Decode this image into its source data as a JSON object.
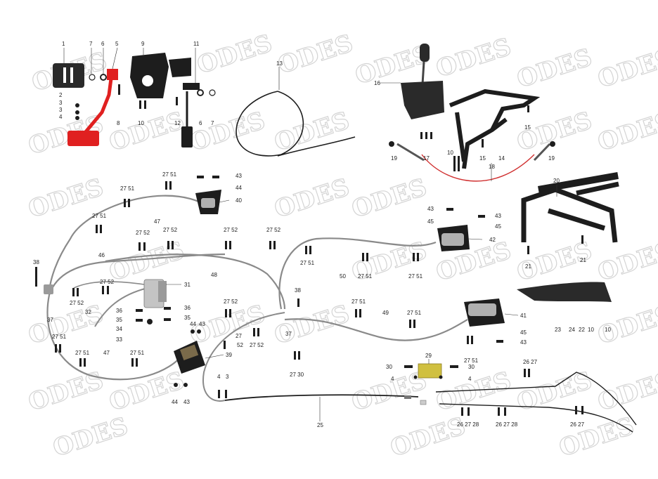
{
  "watermark": "ODES",
  "colors": {
    "brake_pedal": "#e02020",
    "brake_cable": "#d03030",
    "part_dark": "#1d1d1d",
    "hose": "#8a8a8a",
    "part_grey": "#9a9a9a"
  },
  "part_labels": {
    "p1": "1",
    "p2": "2",
    "p3a": "3",
    "p3b": "3",
    "p4": "4",
    "p5": "5",
    "p6a": "6",
    "p7a": "7",
    "p8": "8",
    "p9": "9",
    "p10a": "10",
    "p11": "11",
    "p12": "12",
    "p6b": "6",
    "p7b": "7",
    "p13": "13",
    "p16": "16",
    "p14": "14",
    "p15a": "15",
    "p15b": "15",
    "p17": "17",
    "p10b": "10",
    "p19a": "19",
    "p19b": "19",
    "p18": "18",
    "p20": "20",
    "p21a": "21",
    "p21b": "21",
    "p23": "23",
    "p24": "24",
    "p22": "22",
    "p10c": "10",
    "p10d": "10",
    "p4351a": "27 51",
    "p43a": "43",
    "p44a": "44",
    "p40": "40",
    "p47a": "47",
    "p2751b": "27 51",
    "p2751c": "27 51",
    "p2752a": "27 52",
    "p2752b": "27 52",
    "p2752c": "27 52",
    "p2752d": "27 52",
    "p46": "46",
    "p48": "48",
    "p38a": "38",
    "p37a": "37",
    "p2752e": "27 52",
    "p2752f": "27 52",
    "p31": "31",
    "p32": "32",
    "p36a": "36",
    "p36b": "36",
    "p35a": "35",
    "p35b": "35",
    "p34": "34",
    "p33": "33",
    "p44b": "44",
    "p43b": "43",
    "p2752g": "27 52",
    "p27": "27",
    "p52": "52",
    "p2752h": "27 52",
    "p39": "39",
    "p2751d": "27 51",
    "p2751e": "27 51",
    "p2751f": "27 51",
    "p47b": "47",
    "p44c": "44",
    "p43c": "43",
    "p3c": "3",
    "p25": "25",
    "p37b": "37",
    "p38b": "38",
    "p2730": "27 30",
    "p2751g": "27 51",
    "p50": "50",
    "p2751h": "27 51",
    "p2751i": "27 51",
    "p2751j": "27 51",
    "p43d": "43",
    "p45a": "45",
    "p43e": "43",
    "p45b": "45",
    "p42": "42",
    "p2751k": "27 51",
    "p49": "49",
    "p2751l": "27 51",
    "p41": "41",
    "p45c": "45",
    "p43f": "43",
    "p2751m": "27 51",
    "p29": "29",
    "p30a": "30",
    "p30b": "30",
    "p4c": "4",
    "p4d": "4",
    "p2627a": "26 27",
    "p262728a": "26 27 28",
    "p262728b": "26 27 28",
    "p2627b": "26 27"
  }
}
